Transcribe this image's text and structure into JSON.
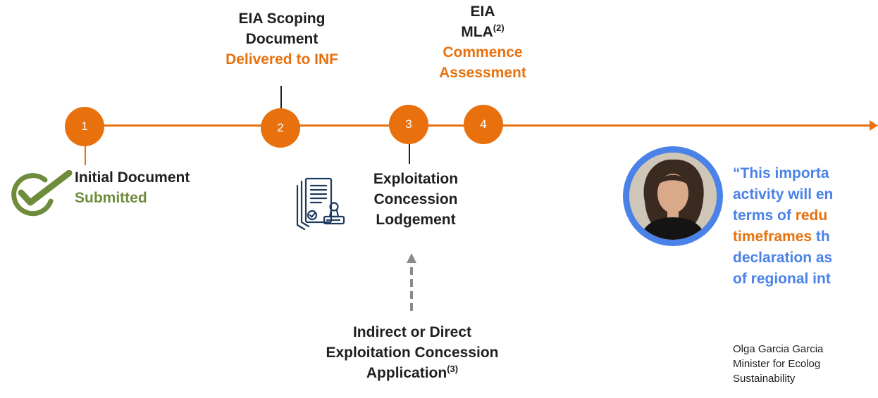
{
  "timeline": {
    "nodes": [
      "1",
      "2",
      "3",
      "4"
    ]
  },
  "step1": {
    "title": "Initial Document",
    "status": "Submitted"
  },
  "step2": {
    "title_line1": "EIA Scoping",
    "title_line2": "Document",
    "status": "Delivered to INF"
  },
  "step3": {
    "line1": "Exploitation",
    "line2": "Concession",
    "line3": "Lodgement"
  },
  "step4": {
    "line1": "EIA",
    "line2": "MLA",
    "line2_sup": "(2)",
    "status_line1": "Commence",
    "status_line2": "Assessment"
  },
  "application": {
    "line1": "Indirect or Direct",
    "line2": "Exploitation Concession",
    "line3": "Application",
    "line3_sup": "(3)"
  },
  "quote": {
    "line1": "“This importa",
    "line2": "activity will en",
    "line3_a": "terms of ",
    "line3_b": "redu",
    "line4_a": "timeframes ",
    "line4_b": "th",
    "line5": "declaration as",
    "line6": "of regional int"
  },
  "attribution": {
    "name": "Olga Garcia Garcia",
    "role_line1": "Minister for Ecolog",
    "role_line2": "Sustainability"
  },
  "icons": [
    "check-icon",
    "document-stamp-icon",
    "dashed-up-arrow-icon",
    "portrait-avatar"
  ],
  "colors": {
    "accent": "#e8710e",
    "dark_text": "#1f1f1f",
    "green_text": "#6e8c3c",
    "quote_blue": "#4a82e8",
    "arrow_gray": "#8a8a8a"
  }
}
